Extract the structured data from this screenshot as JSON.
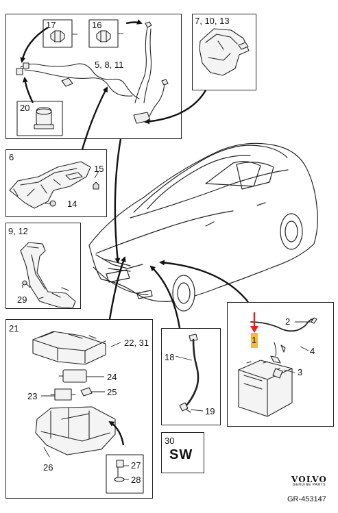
{
  "callouts": {
    "p1_17": "17",
    "p1_16": "16",
    "p1_5_8_11": "5, 8, 11",
    "p1_20": "20",
    "p2_7_10_13": "7, 10, 13",
    "p3_6": "6",
    "p3_15": "15",
    "p3_14": "14",
    "p4_9_12": "9, 12",
    "p4_29": "29",
    "p5_21": "21",
    "p5_22_31": "22, 31",
    "p5_24": "24",
    "p5_23": "23",
    "p5_25": "25",
    "p5_26": "26",
    "p5_27": "27",
    "p5_28": "28",
    "p6_18": "18",
    "p6_19": "19",
    "p7_30": "30",
    "p7_sw": "SW",
    "p8_2": "2",
    "p8_1": "1",
    "p8_4": "4",
    "p8_3": "3"
  },
  "brand": {
    "logo": "VOLVO",
    "sub": "GENUINE PARTS"
  },
  "ref": "GR-453147",
  "colors": {
    "highlight": "#f5b942",
    "arrow_red": "#e2231a"
  }
}
